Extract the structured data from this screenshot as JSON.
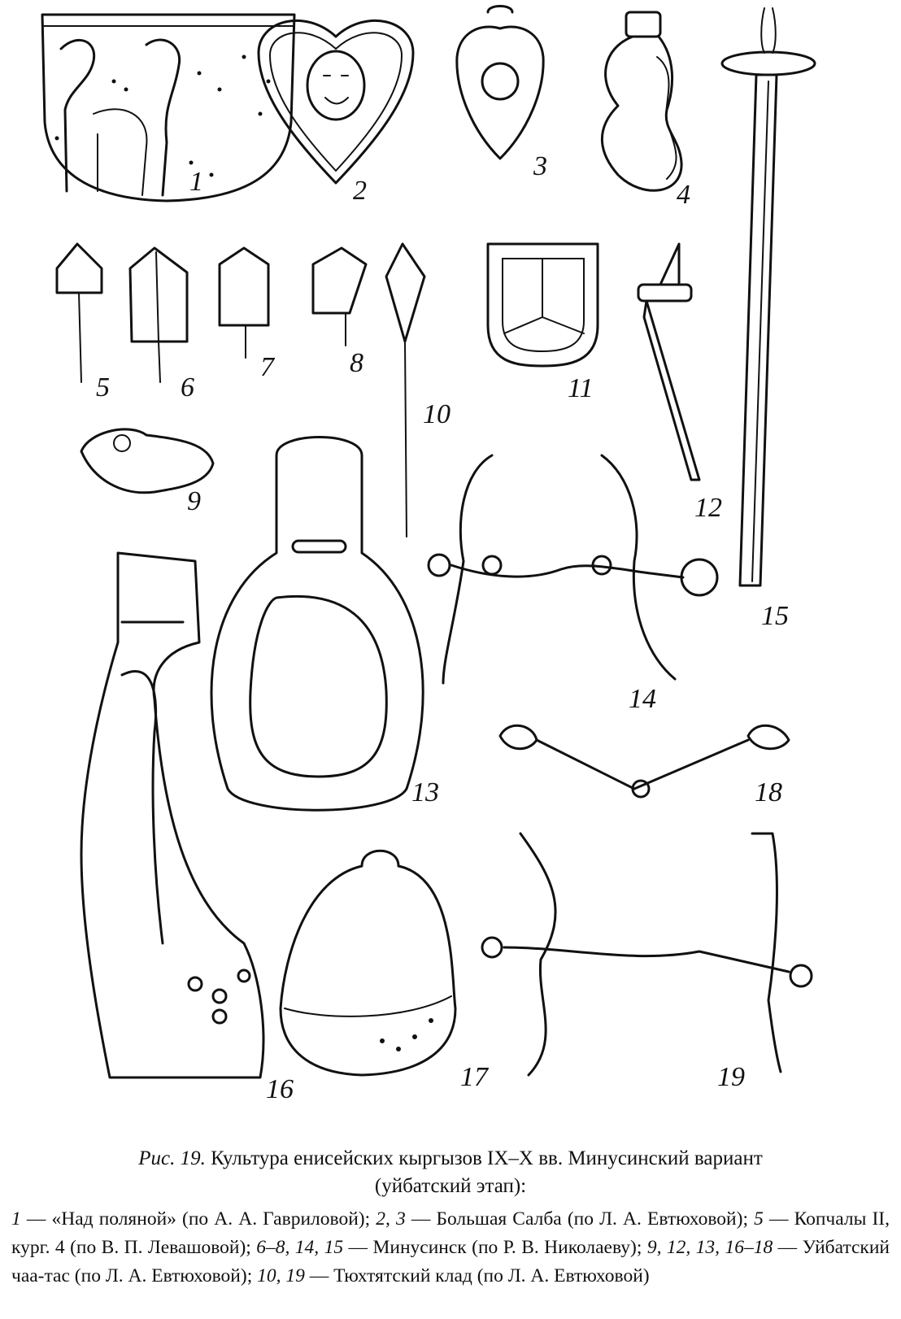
{
  "figure": {
    "label": "Рис. 19.",
    "title_line1": "Культура енисейских кыргызов IX–X вв. Минусинский вариант",
    "title_line2": "(уйбатский этап):"
  },
  "caption": [
    {
      "nums": "1",
      "text": " — «Над поляной» (по А. А. Гавриловой); "
    },
    {
      "nums": "2, 3",
      "text": " — Большая Салба (по Л. А. Евтюховой); "
    },
    {
      "nums": "5",
      "text": " — Копчалы II, кург. 4 (по В. П. Левашовой); "
    },
    {
      "nums": "6–8, 14, 15",
      "text": " — Минусинск (по Р. В. Николаеву); "
    },
    {
      "nums": "9, 12, 13, 16–18",
      "text": " — Уйбатский чаа-тас (по Л. А. Евтюховой); "
    },
    {
      "nums": "10, 19",
      "text": " — Тюхтятский клад (по Л. А. Евтюховой)"
    }
  ],
  "item_numbers": {
    "n1": "1",
    "n2": "2",
    "n3": "3",
    "n4": "4",
    "n5": "5",
    "n6": "6",
    "n7": "7",
    "n8": "8",
    "n9": "9",
    "n10": "10",
    "n11": "11",
    "n12": "12",
    "n13": "13",
    "n14": "14",
    "n15": "15",
    "n16": "16",
    "n17": "17",
    "n18": "18",
    "n19": "19"
  }
}
